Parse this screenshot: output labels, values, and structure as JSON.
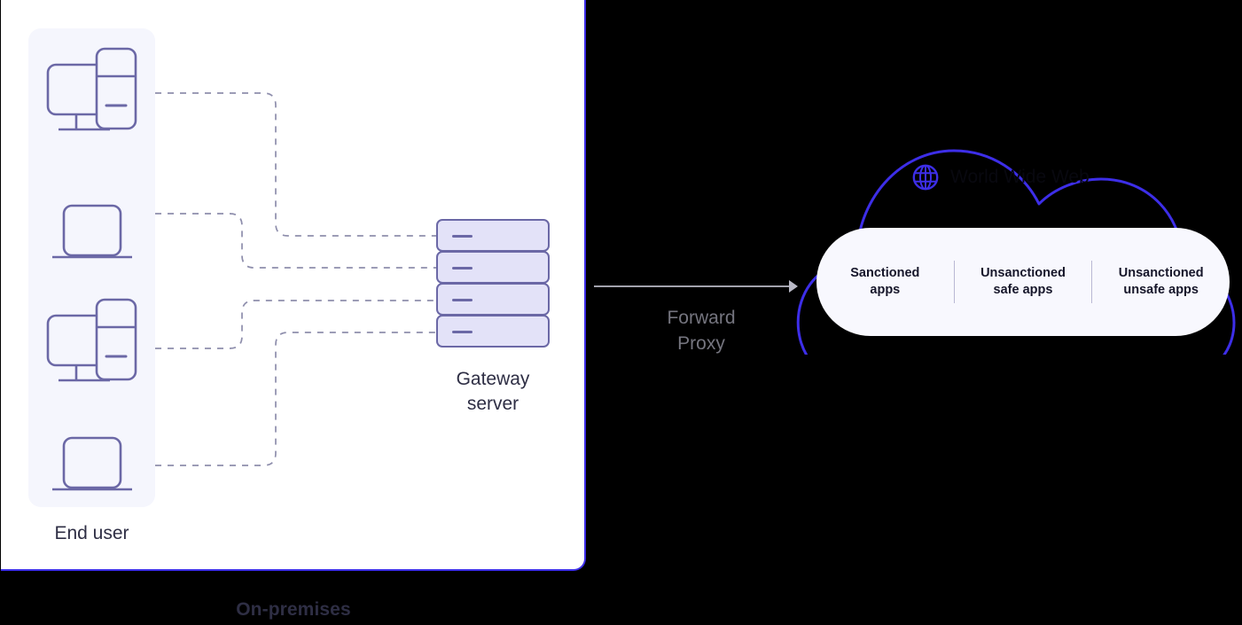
{
  "diagram": {
    "title": "Forward Proxy architecture: on-premises end users to World Wide Web",
    "colors": {
      "brand_blue": "#3d2ee8",
      "device_stroke": "#6b68a6",
      "panel_bg": "#f5f6fd",
      "server_fill": "#e3e2f8",
      "apps_panel_bg": "#f8f8fe",
      "text_dark": "#2e2e44",
      "text_muted": "#75757f",
      "connector_dash": "#8e8eac",
      "cloud_title_text": "#08080f"
    }
  },
  "onprem": {
    "caption": "On-premises",
    "end_user_label": "End user",
    "devices": [
      {
        "name": "desktop-and-phone",
        "icon": "monitor-phone-icon"
      },
      {
        "name": "laptop",
        "icon": "laptop-icon"
      },
      {
        "name": "desktop-and-phone",
        "icon": "monitor-phone-icon"
      },
      {
        "name": "laptop",
        "icon": "laptop-icon"
      }
    ]
  },
  "gateway": {
    "label_line1": "Gateway",
    "label_line2": "server",
    "slabs": [
      {
        "id": "slab-1"
      },
      {
        "id": "slab-2"
      },
      {
        "id": "slab-3"
      },
      {
        "id": "slab-4"
      }
    ]
  },
  "proxy": {
    "label_line1": "Forward",
    "label_line2": "Proxy",
    "arrow": "right-arrow-icon"
  },
  "cloud": {
    "icon": "globe-icon",
    "title": "World Wide Web",
    "apps": [
      {
        "line1": "Sanctioned",
        "line2": "apps"
      },
      {
        "line1": "Unsanctioned",
        "line2": "safe apps"
      },
      {
        "line1": "Unsanctioned",
        "line2": "unsafe apps"
      }
    ]
  }
}
